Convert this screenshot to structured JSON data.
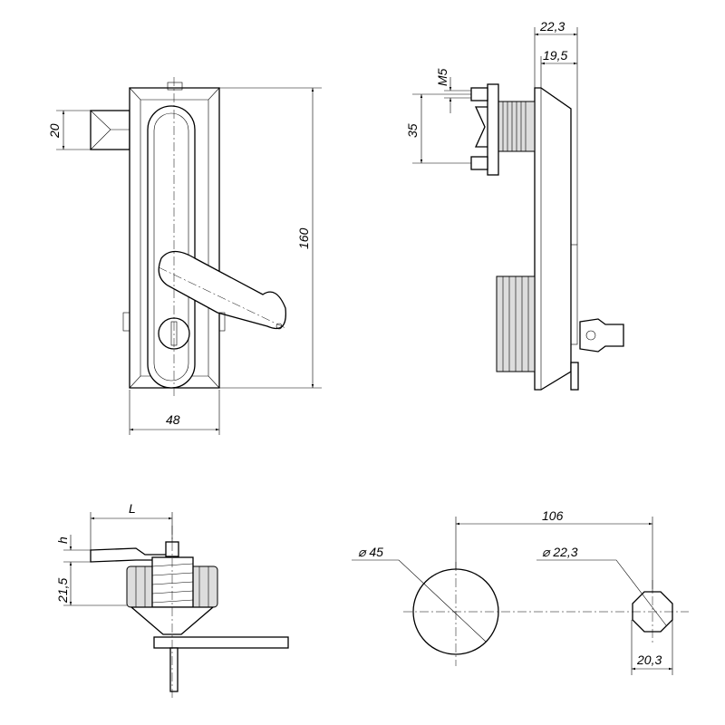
{
  "drawing": {
    "front_view": {
      "height_dim": "160",
      "width_dim": "48",
      "block_dim": "20"
    },
    "side_view": {
      "depth_dim_total": "22,3",
      "depth_dim_plate": "19,5",
      "thread_label": "M5",
      "stud_spacing_dim": "35"
    },
    "lock_view": {
      "lever_length": "L",
      "lever_height": "h",
      "body_height": "21,5"
    },
    "cutout_view": {
      "large_hole_dia": "⌀ 45",
      "spacing": "106",
      "small_hole_dia": "⌀ 22,3",
      "small_hole_flat": "20,3"
    }
  }
}
